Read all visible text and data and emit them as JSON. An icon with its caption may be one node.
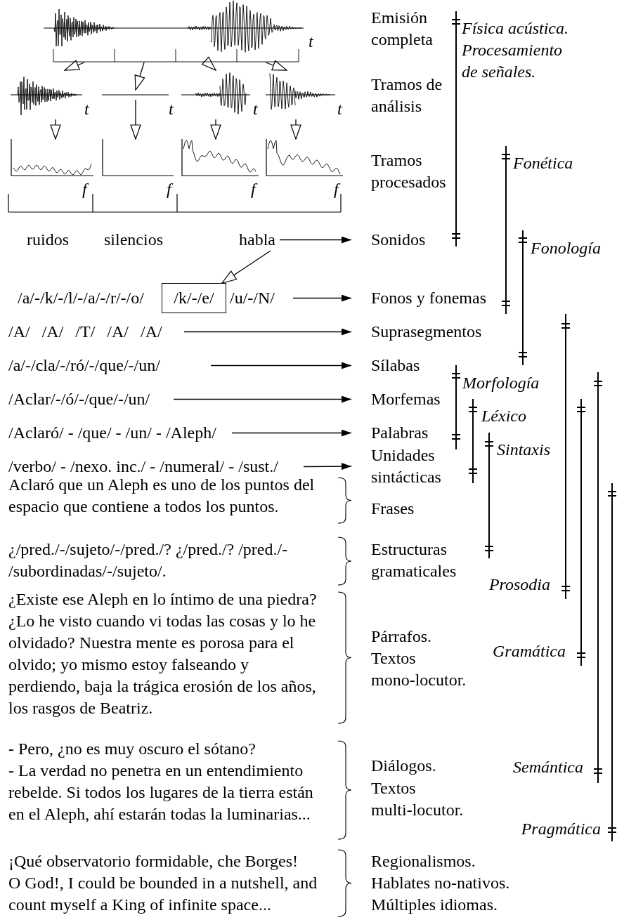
{
  "diagram": {
    "nodes": [
      {
        "text": [],
        "shape": "picture",
        "beside": [
          "t"
        ]
      },
      {
        "text": [],
        "shape": "picture",
        "beside": [
          "t"
        ]
      },
      {
        "text": [],
        "shape": "picture",
        "beside": [
          "t"
        ]
      },
      {
        "text": [],
        "shape": "picture",
        "beside": [
          "t"
        ]
      },
      {
        "text": [],
        "shape": "picture",
        "beside": [
          "t"
        ]
      },
      {
        "text": [],
        "shape": "picture",
        "beside": [
          "f"
        ]
      },
      {
        "text": [],
        "shape": "picture",
        "beside": [
          "f"
        ]
      },
      {
        "text": [],
        "shape": "picture",
        "beside": [
          "f"
        ]
      },
      {
        "text": [],
        "shape": "picture",
        "beside": [
          "f"
        ]
      },
      {
        "text": [
          "ruidos"
        ]
      },
      {
        "text": [
          "silencios"
        ]
      },
      {
        "text": [
          "habla"
        ]
      },
      {
        "text": [
          "Sonidos"
        ]
      },
      {
        "text": [
          "/a/-/k/-/l/-/a/-/r/-/o/"
        ]
      },
      {
        "text": [
          "/k/-/e/"
        ]
      },
      {
        "text": [
          "/u/-/N/"
        ]
      },
      {
        "text": [
          "Fonos y fonemas"
        ]
      },
      {
        "text": [
          "/A/ /A/ /T/ /A/ /A/"
        ]
      },
      {
        "text": [
          "Suprasegmentos"
        ]
      },
      {
        "text": [
          "/a/-/cla/-/ró/-/que/-/un/"
        ]
      },
      {
        "text": [
          "Sílabas"
        ]
      },
      {
        "text": [
          "/Aclar/-/ó/-/que/-/un/"
        ]
      },
      {
        "text": [
          "Morfemas"
        ]
      },
      {
        "text": [
          "/Aclaró/ - /que/ - /un/ - /Aleph/"
        ]
      },
      {
        "text": [
          "Palabras"
        ]
      },
      {
        "text": [
          "/verbo/ - /nexo. inc./ - /numeral/ - /sust./"
        ]
      },
      {
        "text": [
          "Unidades sintácticas"
        ]
      }
    ],
    "edges": [
      {
        "from": 0,
        "to": 1,
        "arrow": "to"
      },
      {
        "from": 0,
        "to": 2,
        "arrow": "to"
      },
      {
        "from": 0,
        "to": 3,
        "arrow": "to"
      },
      {
        "from": 0,
        "to": 4,
        "arrow": "to"
      },
      {
        "from": 1,
        "to": 5,
        "arrow": "to"
      },
      {
        "from": 2,
        "to": 6,
        "arrow": "to"
      },
      {
        "from": 3,
        "to": 7,
        "arrow": "to"
      },
      {
        "from": 4,
        "to": 8,
        "arrow": "to"
      },
      {
        "from": 11,
        "to": 12,
        "arrow": "to"
      },
      {
        "from": 11,
        "to": 14,
        "arrow": "to"
      },
      {
        "from": 15,
        "to": 16,
        "arrow": "to"
      },
      {
        "from": 17,
        "to": 18,
        "arrow": "to"
      },
      {
        "from": 19,
        "to": 20,
        "arrow": "to"
      },
      {
        "from": 21,
        "to": 22,
        "arrow": "to"
      },
      {
        "from": 23,
        "to": 24,
        "arrow": "to"
      },
      {
        "from": 25,
        "to": 26,
        "arrow": "to"
      }
    ],
    "labels": [
      "Emisión completa",
      "Física acústica. Procesamiento de señales.",
      "Tramos de análisis",
      "Tramos procesados",
      "Fonética",
      "Fonología",
      "Morfología",
      "Léxico",
      "Sintaxis",
      "Aclaró que un Aleph es uno de los puntos del espacio que contiene a todos los puntos.",
      "Frases",
      "¿/pred./-/sujeto/-/pred./? ¿/pred./? /pred./- /subordinadas/-/sujeto/.",
      "Estructuras gramaticales",
      "¿Existe ese Aleph en lo íntimo de una piedra? ¿Lo he visto cuando vi todas las cosas y lo he olvidado? Nuestra mente es porosa para el olvido; yo mismo estoy falseando y perdiendo, baja la trágica erosión de los años, los rasgos de Beatriz.",
      "Párrafos.",
      "Textos mono-locutor.",
      "- Pero, ¿no es muy oscuro el sótano?",
      "- La verdad no penetra en un entendimiento rebelde. Si todos los lugares de la tierra están en el Aleph, ahí estarán todas la luminarias...",
      "Diálogos.",
      "Textos multi-locutor.",
      "¡Qué observatorio formidable, che Borges!",
      "O God!, I could be bounded in a nutshell, and count myself a King of infinite space...",
      "Regionalismos.",
      "Hablates no-nativos.",
      "Múltiples idiomas.",
      "Prosodia",
      "Gramática",
      "Semántica",
      "Pragmática"
    ]
  }
}
